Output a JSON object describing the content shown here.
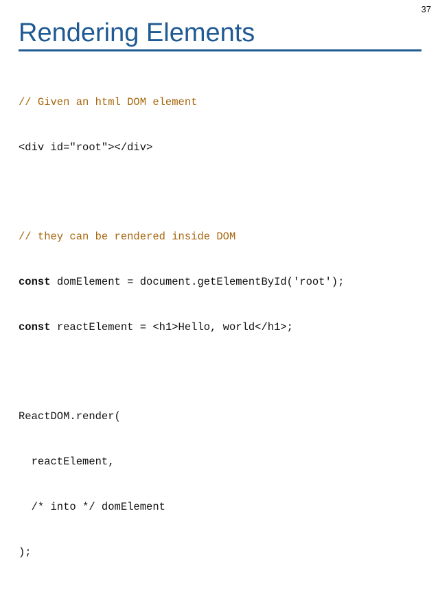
{
  "slide": {
    "page_number": "37",
    "title": "Rendering Elements"
  },
  "code": {
    "line1_comment": "// Given an html DOM element",
    "line2_code": "<div id=\"root\"></div>",
    "line4_comment": "// they can be rendered inside DOM",
    "line5_keyword": "const",
    "line5_rest": " domElement = document.getElementById('root');",
    "line6_keyword": "const",
    "line6_rest": " reactElement = <h1>Hello, world</h1>;",
    "line8_code": "ReactDOM.render(",
    "line9_code": "  reactElement,",
    "line10_code": "  /* into */ domElement",
    "line11_code": ");"
  },
  "colors": {
    "title": "#1f5a93",
    "comment": "#a6650b",
    "code": "#111111"
  }
}
